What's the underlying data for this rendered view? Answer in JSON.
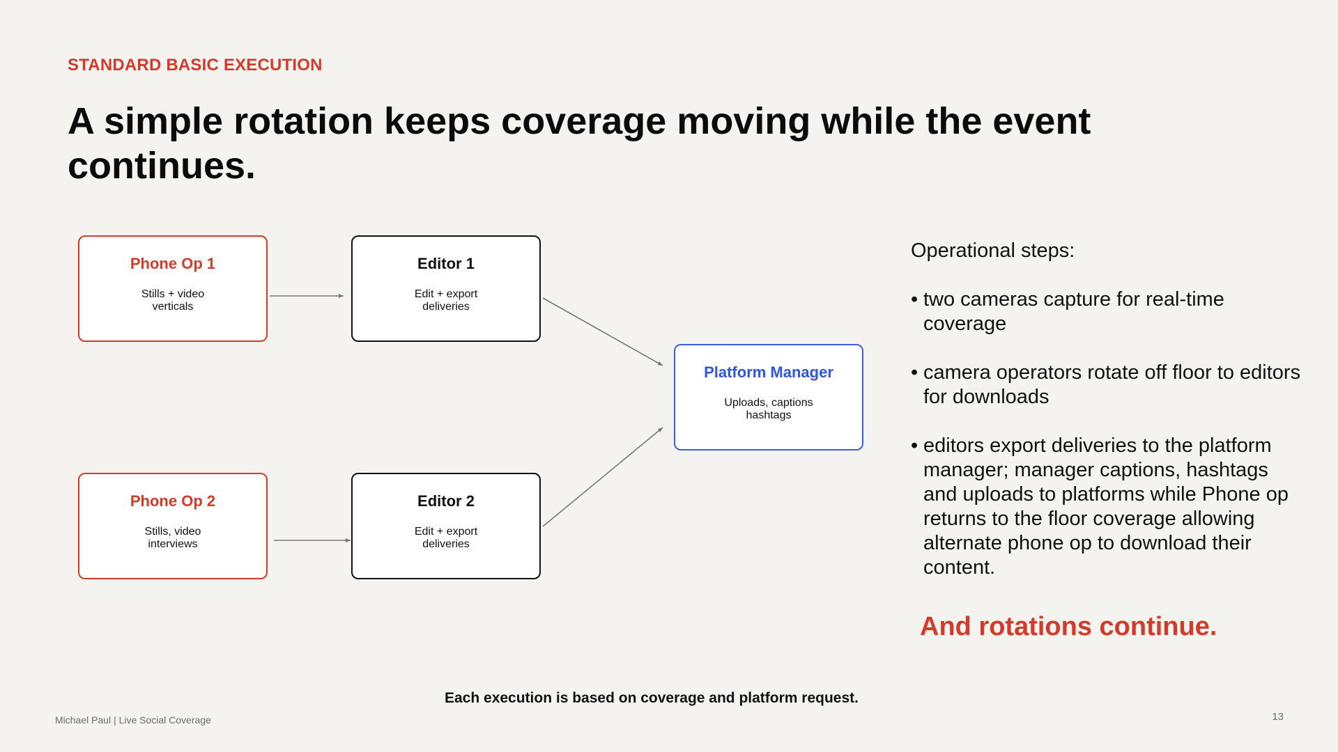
{
  "slide": {
    "eyebrow": "STANDARD BASIC EXECUTION",
    "headline": "A simple rotation keeps coverage moving while the event continues.",
    "page_number": "13",
    "footer": "Michael Paul | Live Social Coverage",
    "footnote": "Each execution is based on coverage and platform request."
  },
  "diagram": {
    "nodes": [
      {
        "id": "phone-op-1",
        "title": "Phone Op 1",
        "desc": "Stills + video\nverticals",
        "style": "red"
      },
      {
        "id": "editor-1",
        "title": "Editor 1",
        "desc": "Edit + export\ndeliveries",
        "style": "black"
      },
      {
        "id": "platform-manager",
        "title": "Platform Manager",
        "desc": "Uploads, captions\nhashtags",
        "style": "blue"
      },
      {
        "id": "phone-op-2",
        "title": "Phone Op 2",
        "desc": "Stills, video\ninterviews",
        "style": "red"
      },
      {
        "id": "editor-2",
        "title": "Editor 2",
        "desc": "Edit + export\ndeliveries",
        "style": "black"
      }
    ],
    "edges": [
      {
        "from": "phone-op-1",
        "to": "editor-1"
      },
      {
        "from": "editor-1",
        "to": "platform-manager"
      },
      {
        "from": "phone-op-2",
        "to": "editor-2"
      },
      {
        "from": "editor-2",
        "to": "platform-manager"
      }
    ]
  },
  "steps": {
    "heading": "Operational steps:",
    "bullet": "•",
    "items": [
      "two cameras capture for real-time coverage",
      "camera operators rotate off floor to editors for downloads",
      "editors export deliveries to the platform manager; manager captions, hashtags and uploads to platforms while Phone op returns to the floor coverage allowing alternate phone op to download their content."
    ],
    "closing": "And rotations continue."
  },
  "colors": {
    "accent_red": "#d23a2a",
    "accent_blue": "#2f55dc",
    "background": "#f4f3ef",
    "arrow": "#777777"
  }
}
